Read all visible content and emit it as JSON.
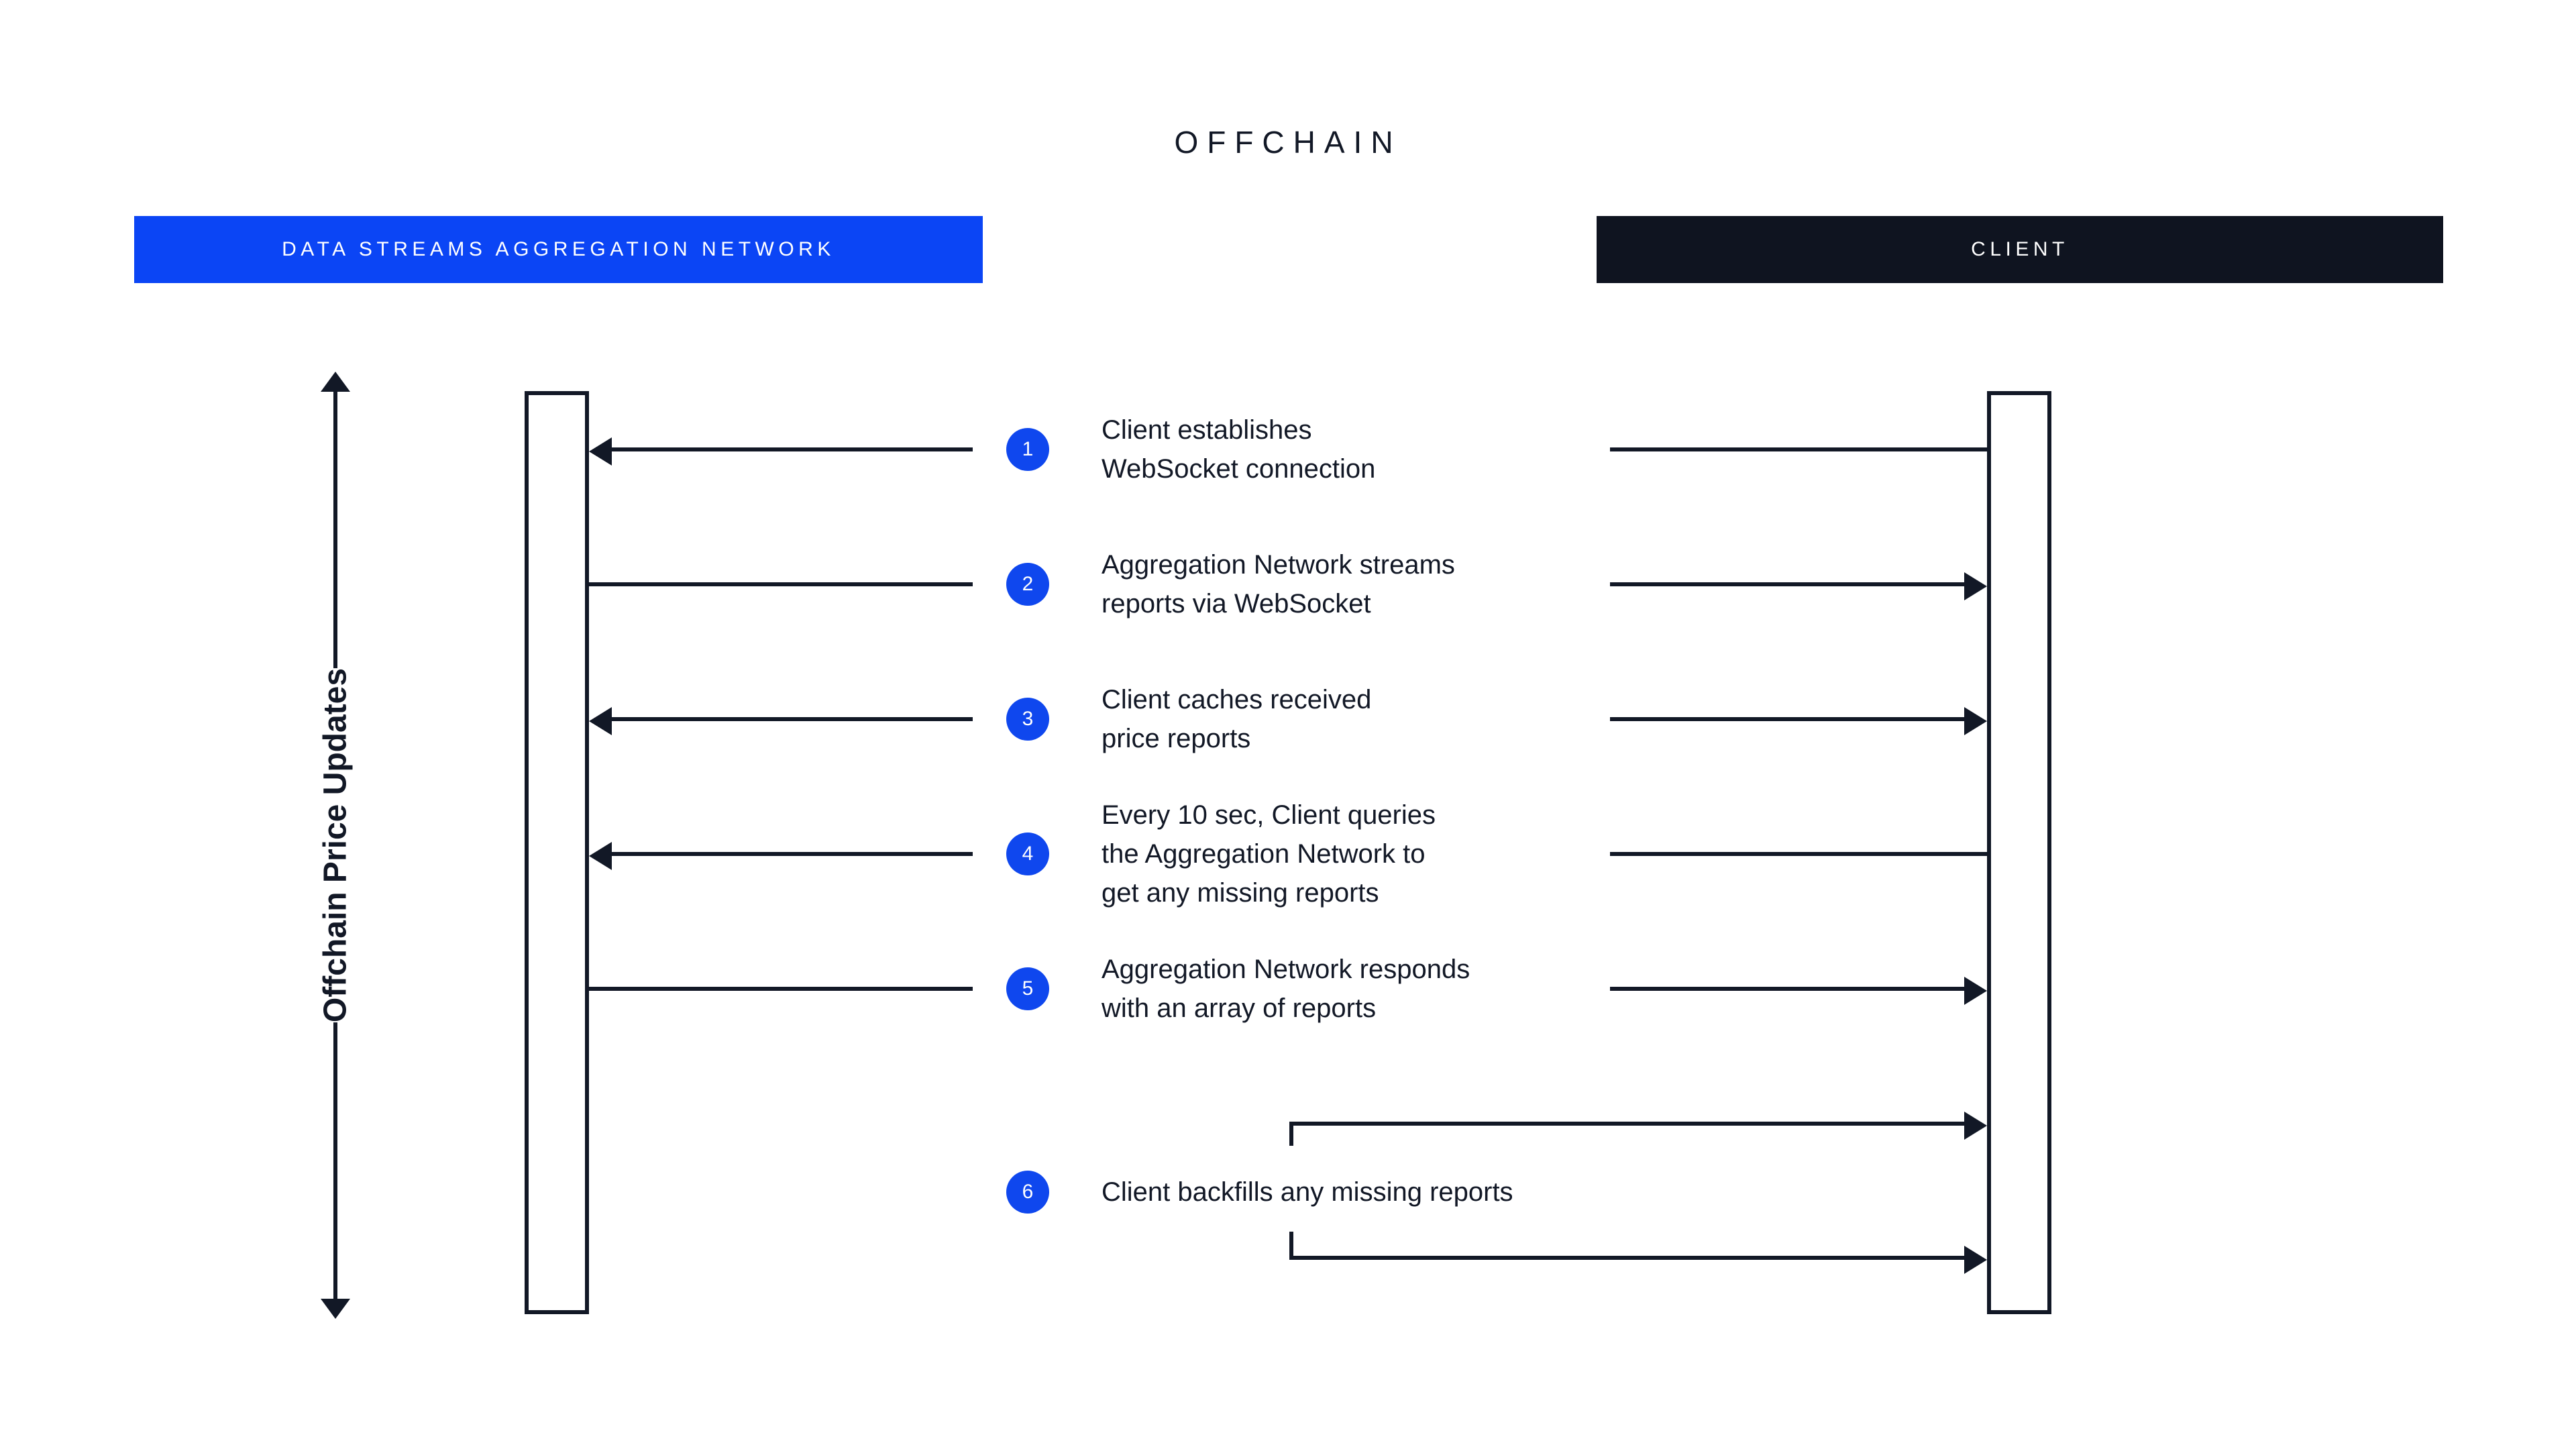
{
  "diagram": {
    "title": "OFFCHAIN",
    "axis_label": "Offchain Price Updates",
    "colors": {
      "brand_blue": "#0b45f5",
      "step_blue": "#0f47ee",
      "dark": "#121826",
      "client_header": "#0f1420",
      "background": "#ffffff"
    },
    "lanes": [
      {
        "id": "aggregation-network",
        "label": "DATA STREAMS AGGREGATION NETWORK",
        "align": "left"
      },
      {
        "id": "client",
        "label": "CLIENT",
        "align": "right"
      }
    ],
    "steps": [
      {
        "number": "1",
        "text": "Client establishes\nWebSocket connection",
        "direction": "client-to-network"
      },
      {
        "number": "2",
        "text": "Aggregation Network streams\nreports via WebSocket",
        "direction": "network-to-client"
      },
      {
        "number": "3",
        "text": "Client caches received\nprice reports",
        "direction": "network-to-client-cache"
      },
      {
        "number": "4",
        "text": "Every 10 sec, Client queries\nthe Aggregation Network to\nget any missing reports",
        "direction": "client-to-network"
      },
      {
        "number": "5",
        "text": "Aggregation Network responds\nwith an array of reports",
        "direction": "network-to-client"
      },
      {
        "number": "6",
        "text": "Client backfills any missing reports",
        "direction": "client-self-loop"
      }
    ]
  }
}
